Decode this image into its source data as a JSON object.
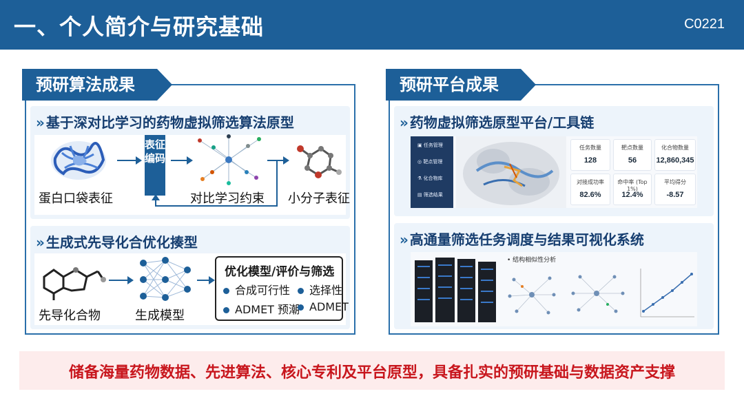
{
  "header": {
    "title": "一、个人简介与研究基础",
    "code": "C0221"
  },
  "left_panel": {
    "tab_label": "预研算法成果",
    "card1": {
      "heading": "基于深对比学习的药物虚拟筛选算法原型",
      "encode_box": "表征编码",
      "caption_protein": "蛋白口袋表征",
      "caption_contrast": "对比学习约束",
      "caption_molecule": "小分子表征"
    },
    "card2": {
      "heading": "生成式先导化合优化揍型",
      "caption_lead": "先导化合物",
      "caption_model": "生成模型",
      "opt_title": "优化模型/评价与筛选",
      "opt_items": [
        "合成可行性",
        "选择性",
        "ADMET 预潮",
        "ADMET"
      ]
    }
  },
  "right_panel": {
    "tab_label": "预研平台成果",
    "card1": {
      "heading": "药物虚拟筛选原型平台/工具链",
      "sidebar_items": [
        "任务管理",
        "靶点管理",
        "化合物库",
        "筛选结果"
      ],
      "stats": [
        {
          "label": "任务数量",
          "value": "128"
        },
        {
          "label": "靶点数量",
          "value": "56"
        },
        {
          "label": "化合物数量",
          "value": "12,860,345"
        },
        {
          "label": "对接成功率",
          "value": "82.6%"
        },
        {
          "label": "命中率 (Top 1%)",
          "value": "12.4%"
        },
        {
          "label": "平均得分",
          "value": "-8.57"
        }
      ]
    },
    "card2": {
      "heading": "高通量筛选任务调度与结果可视化系统",
      "viz_title": "结构相似性分析"
    }
  },
  "footer": {
    "text": "储备海量药物数据、先进算法、核心专利及平台原型，具备扎实的预研基础与数据资产支撑"
  }
}
